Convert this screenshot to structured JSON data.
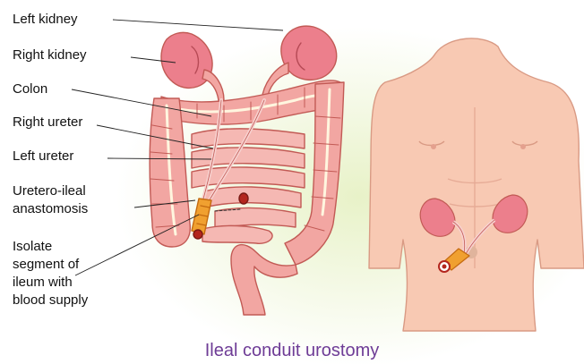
{
  "labels": {
    "left_kidney": "Left kidney",
    "right_kidney": "Right kidney",
    "colon": "Colon",
    "right_ureter": "Right ureter",
    "left_ureter": "Left ureter",
    "anastomosis_line1": "Uretero-ileal",
    "anastomosis_line2": "anastomosis",
    "ileum_line1": "Isolate",
    "ileum_line2": "segment of",
    "ileum_line3": "ileum with",
    "ileum_line4": "blood supply"
  },
  "caption": "Ileal conduit urostomy",
  "colors": {
    "organ": "#f2a6a2",
    "organ_outline": "#c25a55",
    "kidney": "#ec7f8c",
    "skin": "#f8c9b3",
    "skin_outline": "#d99a84",
    "stoma": "#f0a030",
    "caption": "#6e3c96",
    "glow": "#eef5d6"
  }
}
